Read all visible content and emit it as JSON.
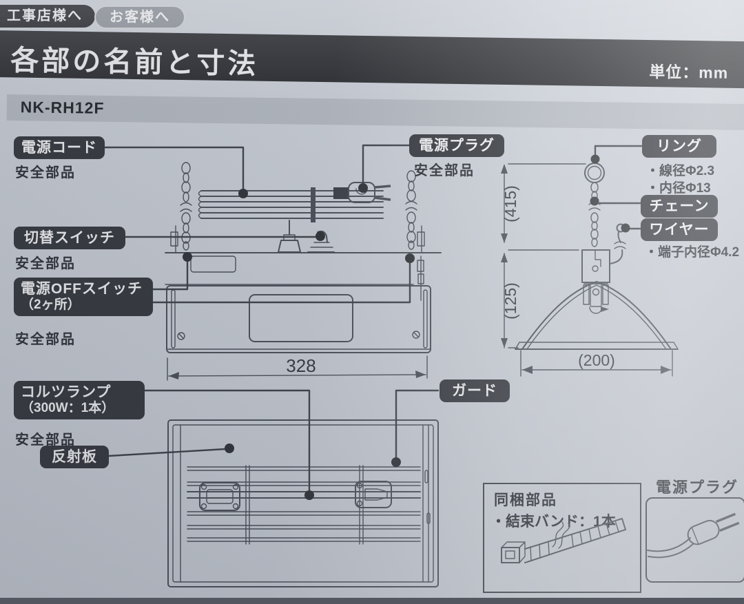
{
  "tabs": {
    "contractor": "工事店様へ",
    "customer": "お客様へ"
  },
  "header": {
    "title": "各部の名前と寸法",
    "unit": "単位：mm"
  },
  "model": "NK-RH12F",
  "parts": {
    "power_cord": {
      "label": "電源コード",
      "note": "安全部品"
    },
    "power_plug": {
      "label": "電源プラグ",
      "note": "安全部品"
    },
    "ring": {
      "label": "リング",
      "spec1": "・線径Φ2.3",
      "spec2": "・内径Φ13"
    },
    "chain": {
      "label": "チェーン"
    },
    "wire": {
      "label": "ワイヤー",
      "spec1": "・端子内径Φ4.2"
    },
    "selector_switch": {
      "label": "切替スイッチ",
      "note": "安全部品"
    },
    "power_off_switch": {
      "label": "電源OFFスイッチ",
      "label2": "（2ヶ所）",
      "note": "安全部品"
    },
    "quartz_lamp": {
      "label": "コルツランプ",
      "label2": "（300W：1本）",
      "note": "安全部品"
    },
    "reflector": {
      "label": "反射板"
    },
    "guard": {
      "label": "ガード"
    }
  },
  "dimensions": {
    "body_width": "328",
    "hang_height": "(415)",
    "shade_height": "(125)",
    "shade_width": "(200)"
  },
  "included_box": {
    "title": "同梱部品",
    "item": "・結束バンド：1本"
  },
  "plug_inset": {
    "title": "電源プラグ"
  },
  "colors": {
    "title_bar": "#292b2f",
    "label_pill": "#393c42",
    "line": "#4e535c",
    "paper": "#c9ced6"
  }
}
